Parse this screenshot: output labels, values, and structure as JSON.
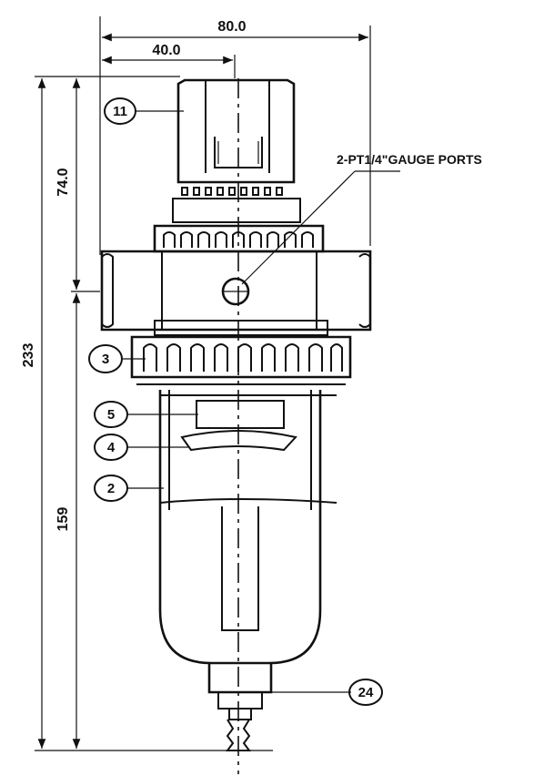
{
  "dimensions": {
    "overall_width": "80.0",
    "half_width": "40.0",
    "upper_height": "74.0",
    "total_height": "233",
    "lower_height": "159"
  },
  "annotations": {
    "gauge_ports": "2-PT1/4\"GAUGE PORTS"
  },
  "callouts": [
    {
      "id": "callout-11",
      "label": "11"
    },
    {
      "id": "callout-3",
      "label": "3"
    },
    {
      "id": "callout-5",
      "label": "5"
    },
    {
      "id": "callout-4",
      "label": "4"
    },
    {
      "id": "callout-2",
      "label": "2"
    },
    {
      "id": "callout-24",
      "label": "24"
    }
  ]
}
